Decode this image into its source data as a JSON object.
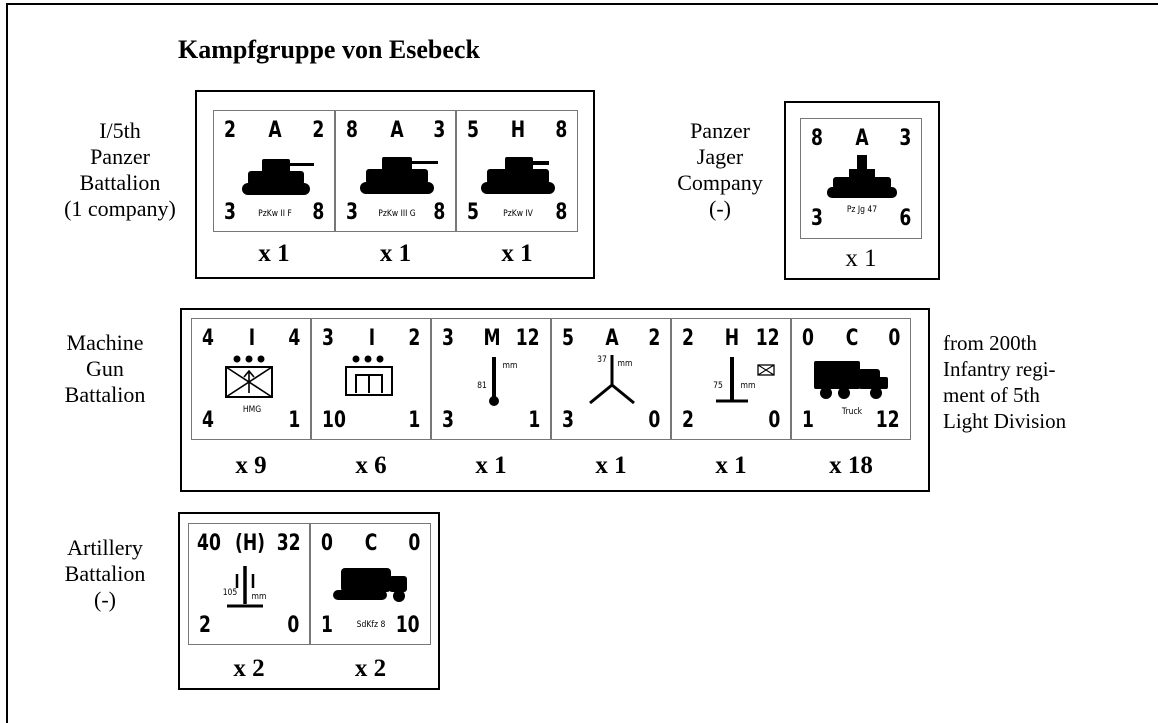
{
  "title": "Kampfgruppe von Esebeck",
  "groups": {
    "panzer_battalion": {
      "label": [
        "I/5th",
        "Panzer",
        "Battalion",
        "(1 company)"
      ],
      "counters": [
        {
          "tl": "2",
          "tc": "A",
          "tr": "2",
          "bl": "3",
          "br": "8",
          "name": "PzKw II F",
          "qty": "x 1"
        },
        {
          "tl": "8",
          "tc": "A",
          "tr": "3",
          "bl": "3",
          "br": "8",
          "name": "PzKw III G",
          "qty": "x 1"
        },
        {
          "tl": "5",
          "tc": "H",
          "tr": "8",
          "bl": "5",
          "br": "8",
          "name": "PzKw IV",
          "qty": "x 1"
        }
      ]
    },
    "panzer_jager": {
      "label": [
        "Panzer",
        "Jager",
        "Company",
        "(-)"
      ],
      "counters": [
        {
          "tl": "8",
          "tc": "A",
          "tr": "3",
          "bl": "3",
          "br": "6",
          "name": "Pz Jg 47",
          "qty": "x 1"
        }
      ]
    },
    "mg_battalion": {
      "label": [
        "Machine",
        "Gun",
        "Battalion"
      ],
      "note": [
        "from 200th",
        "Infantry regi-",
        "ment of 5th",
        "Light Division"
      ],
      "counters": [
        {
          "tl": "4",
          "tc": "I",
          "tr": "4",
          "bl": "4",
          "br": "1",
          "name": "HMG",
          "qty": "x 9"
        },
        {
          "tl": "3",
          "tc": "I",
          "tr": "2",
          "bl": "10",
          "br": "1",
          "name": "",
          "qty": "x 6"
        },
        {
          "tl": "3",
          "tc": "M",
          "tr": "12",
          "bl": "3",
          "br": "1",
          "name": "81",
          "unit": "mm",
          "qty": "x 1"
        },
        {
          "tl": "5",
          "tc": "A",
          "tr": "2",
          "bl": "3",
          "br": "0",
          "name": "37",
          "unit": "mm",
          "qty": "x 1"
        },
        {
          "tl": "2",
          "tc": "H",
          "tr": "12",
          "bl": "2",
          "br": "0",
          "name": "75",
          "unit": "mm",
          "qty": "x 1"
        },
        {
          "tl": "0",
          "tc": "C",
          "tr": "0",
          "bl": "1",
          "br": "12",
          "name": "Truck",
          "qty": "x 18"
        }
      ]
    },
    "artillery": {
      "label": [
        "Artillery",
        "Battalion",
        "(-)"
      ],
      "counters": [
        {
          "tl": "40",
          "tc": "(H)",
          "tr": "32",
          "bl": "2",
          "br": "0",
          "name": "105",
          "unit": "mm",
          "qty": "x 2"
        },
        {
          "tl": "0",
          "tc": "C",
          "tr": "0",
          "bl": "1",
          "br": "10",
          "name": "SdKfz 8",
          "qty": "x 2"
        }
      ]
    }
  }
}
